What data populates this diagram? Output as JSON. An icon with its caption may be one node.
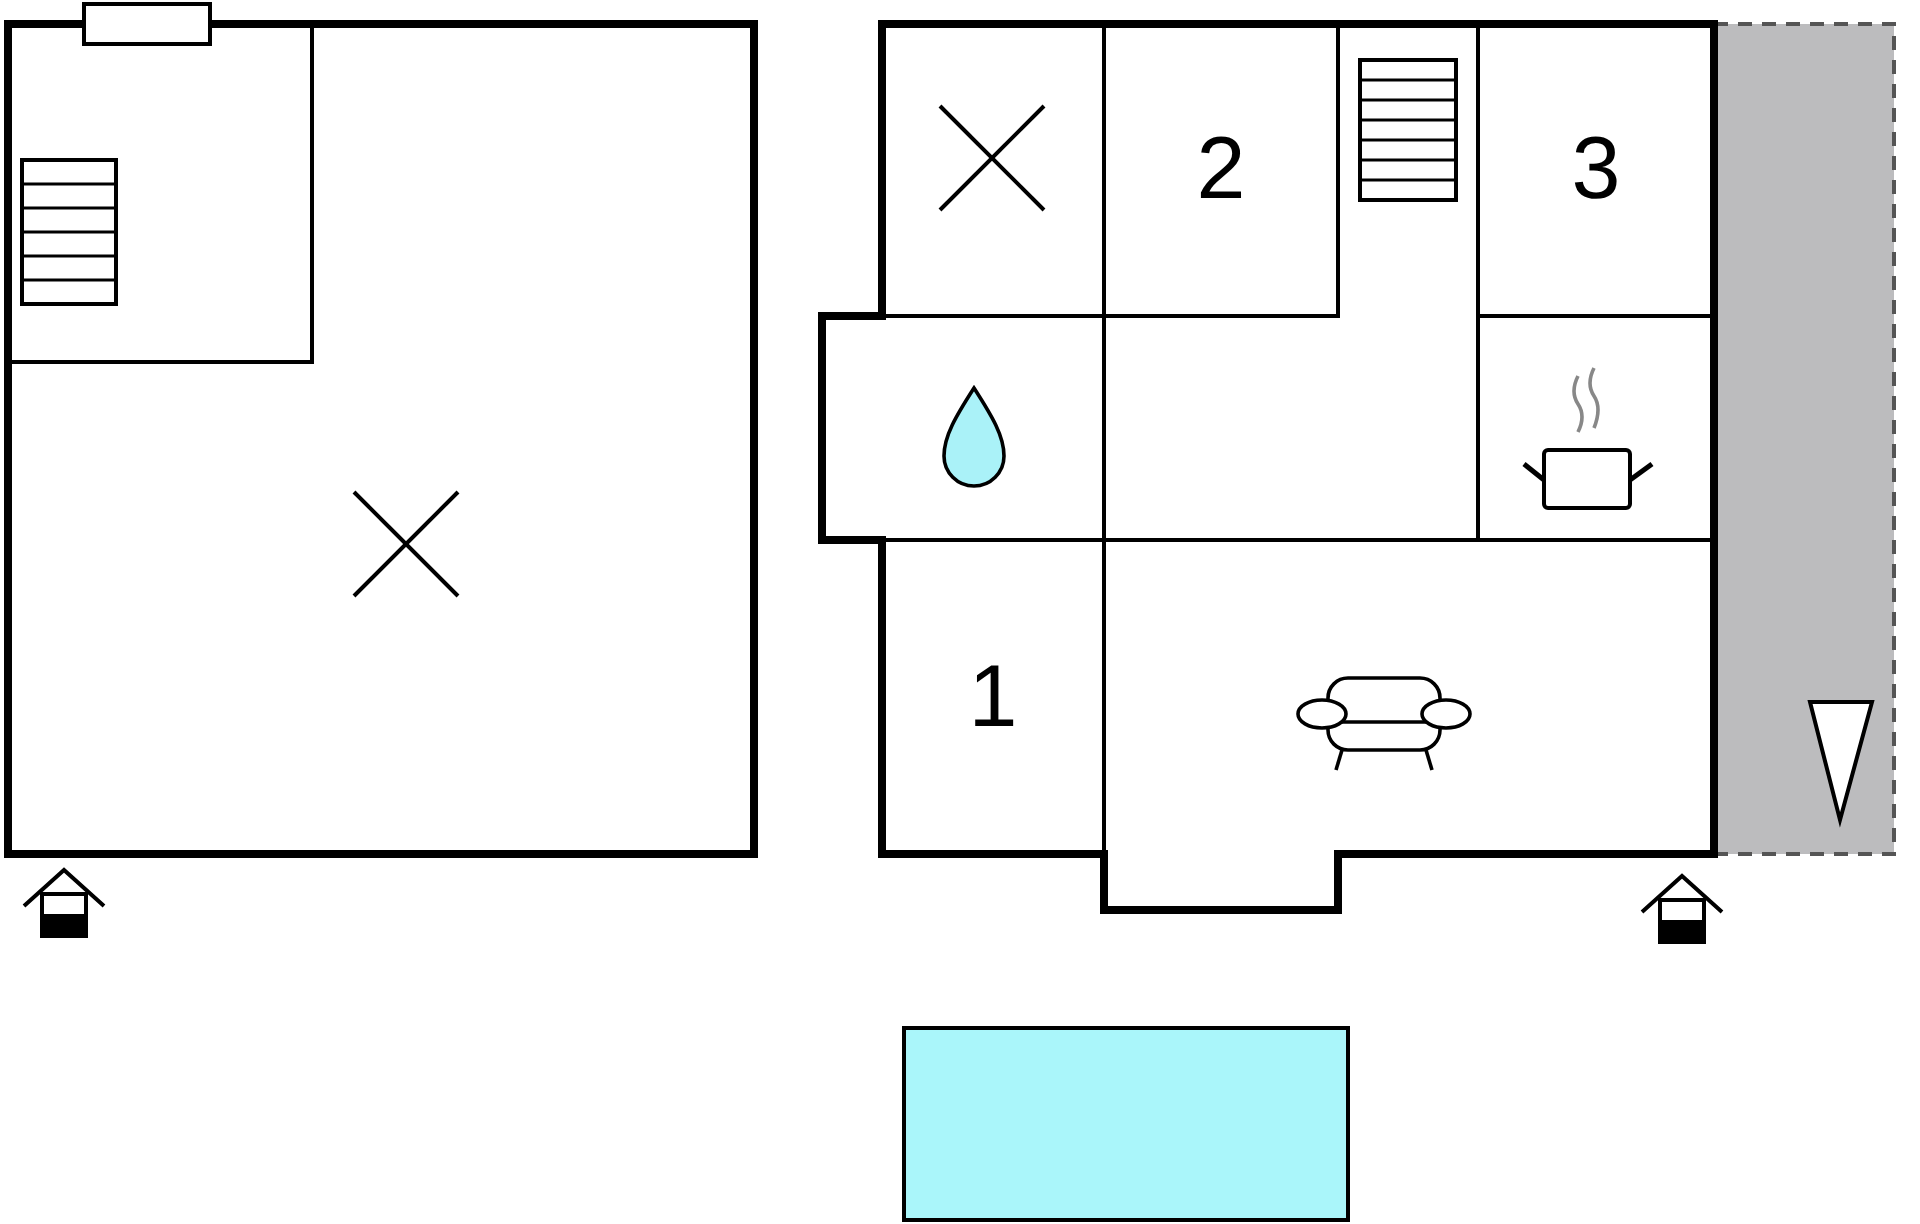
{
  "diagram": {
    "nodes": [
      {
        "text": [
          "2"
        ]
      },
      {
        "text": [
          "3"
        ]
      },
      {
        "text": [
          "1"
        ]
      },
      {
        "text": [],
        "shape": "box"
      }
    ]
  }
}
